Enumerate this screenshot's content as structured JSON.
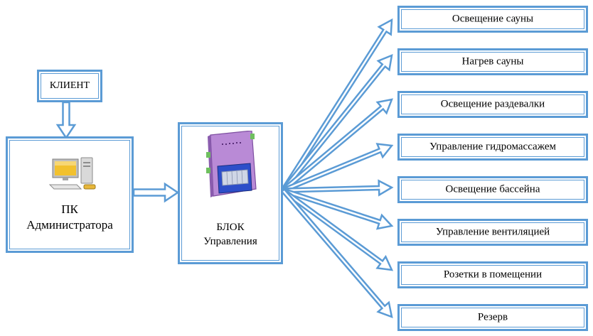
{
  "client": {
    "label": "КЛИЕНТ"
  },
  "pc": {
    "line1": "ПК",
    "line2": "Администратора",
    "icon": "computer-icon"
  },
  "controller": {
    "line1": "БЛОК",
    "line2": "Управления",
    "icon": "control-unit-icon"
  },
  "outputs": [
    "Освещение сауны",
    "Нагрев сауны",
    "Освещение раздевалки",
    "Управление гидромассажем",
    "Освещение бассейна",
    "Управление вентиляцией",
    "Розетки в помещении",
    "Резерв"
  ],
  "colors": {
    "accent": "#5b9bd5",
    "arrow_fill": "#ffffff"
  }
}
